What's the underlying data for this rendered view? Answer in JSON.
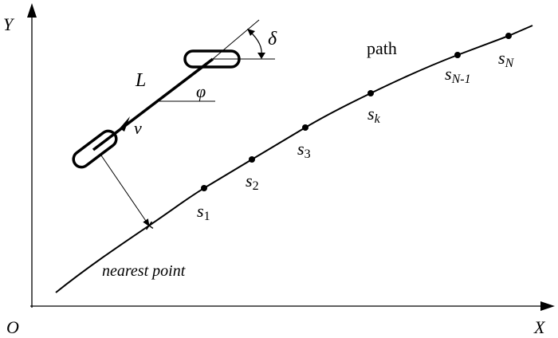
{
  "axes": {
    "y_label": "Y",
    "x_label": "X",
    "origin_label": "O"
  },
  "vehicle": {
    "length_label": "L",
    "heading_label": "φ",
    "steer_label": "δ",
    "velocity_label": "v"
  },
  "path": {
    "label": "path",
    "nearest_label": "nearest point",
    "waypoints": [
      {
        "name": "s",
        "sub": "1"
      },
      {
        "name": "s",
        "sub": "2"
      },
      {
        "name": "s",
        "sub": "3"
      },
      {
        "name": "s",
        "sub": "k"
      },
      {
        "name": "s",
        "sub": "N-1"
      },
      {
        "name": "s",
        "sub": "N"
      }
    ]
  },
  "colors": {
    "stroke": "#000000",
    "background": "#ffffff"
  }
}
